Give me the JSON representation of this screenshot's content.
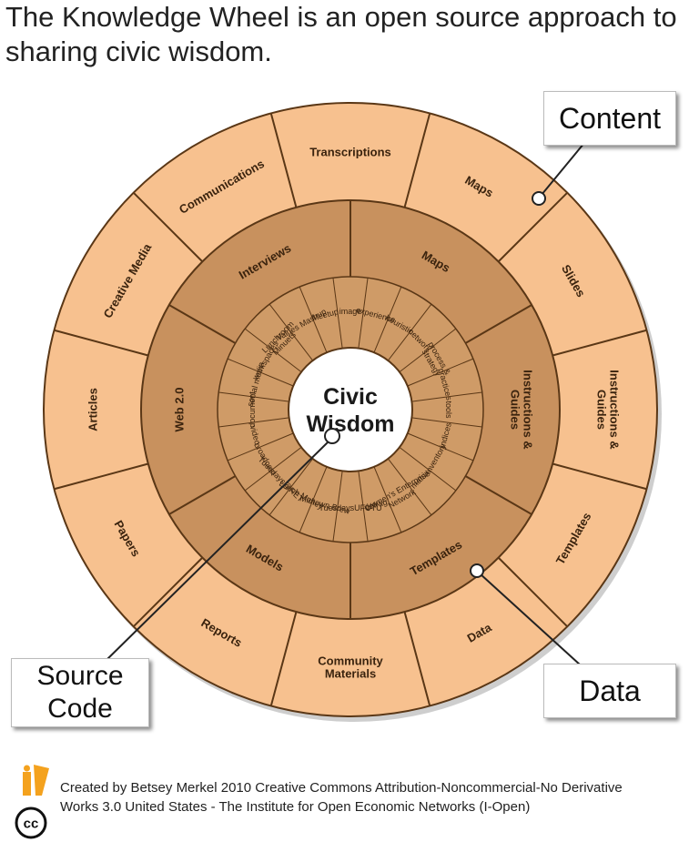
{
  "headline": "The Knowledge Wheel is an open source approach to sharing civic wisdom.",
  "center": {
    "line1": "Civic",
    "line2": "Wisdom"
  },
  "outer_ring": [
    "Transcriptions",
    "Maps",
    "Slides",
    "Instructions & Guides",
    "Templates",
    "Data",
    "Community Materials",
    "Reports",
    "Papers",
    "Articles",
    "Creative Media",
    "Communications"
  ],
  "middle_ring": [
    "Maps",
    "Instructions & Guides",
    "Templates",
    "Models",
    "Web 2.0",
    "Interviews"
  ],
  "inner_ring": [
    "image",
    "experience",
    "heuristic",
    "network",
    "process & strategy",
    "practices",
    "tools",
    "indices",
    "inventory",
    "matrix",
    "Women's Enterprise Network",
    "defrag",
    "TuesdaysUFUTU",
    "Midtown Brew",
    "Lunch Money",
    "Tuesdays@RET",
    "broadcast",
    "video",
    "document",
    "social media",
    "workspaces",
    "Lunchroom Minuets",
    "Values Mashup",
    "Meetup"
  ],
  "callouts": {
    "content": "Content",
    "source_line1": "Source",
    "source_line2": "Code",
    "data": "Data"
  },
  "footer": {
    "line1": "Created by Betsey Merkel 2010 Creative Commons Attribution-Noncommercial-No Derivative",
    "line2": "Works 3.0 United States - The Institute for Open Economic Networks (I-Open)"
  },
  "logos": {
    "cc": "cc"
  },
  "colors": {
    "outer": "#f7c18f",
    "middle": "#c8915e",
    "inner": "#cf9b67",
    "stroke": "#5a3716",
    "text": "#3a230e"
  }
}
